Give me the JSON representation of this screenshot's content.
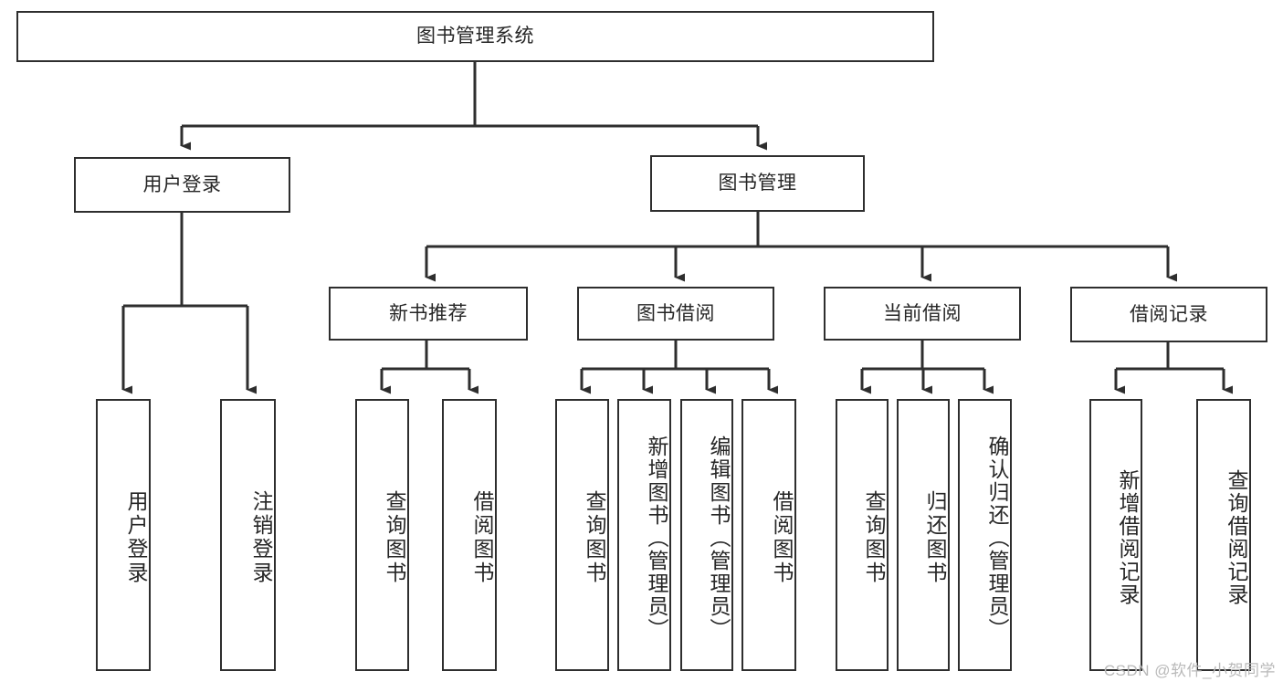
{
  "diagram": {
    "title": "图书管理系统",
    "type": "tree",
    "orientation": "top-down",
    "stroke_color": "#2e2e2e",
    "fill_color": "#ffffff",
    "text_color": "#262626"
  },
  "nodes": {
    "root": {
      "label": "图书管理系统",
      "level": 0
    },
    "level1": [
      {
        "id": "user-login",
        "label": "用户登录"
      },
      {
        "id": "book-manage",
        "label": "图书管理"
      }
    ],
    "level2": [
      {
        "id": "new-book-recommend",
        "label": "新书推荐"
      },
      {
        "id": "book-borrow",
        "label": "图书借阅"
      },
      {
        "id": "current-borrow",
        "label": "当前借阅"
      },
      {
        "id": "borrow-record",
        "label": "借阅记录"
      }
    ],
    "leaves": {
      "user_login": [
        {
          "id": "leaf-user-login",
          "label": "用户登录"
        },
        {
          "id": "leaf-logout-login",
          "label": "注销登录"
        }
      ],
      "new_book_recommend": [
        {
          "id": "leaf-query-book-1",
          "label": "查询图书"
        },
        {
          "id": "leaf-borrow-book-1",
          "label": "借阅图书"
        }
      ],
      "book_borrow": [
        {
          "id": "leaf-query-book-2",
          "label": "查询图书"
        },
        {
          "id": "leaf-add-book",
          "label": "新增图书（管理员）"
        },
        {
          "id": "leaf-edit-book",
          "label": "编辑图书（管理员）"
        },
        {
          "id": "leaf-borrow-book-2",
          "label": "借阅图书"
        }
      ],
      "current_borrow": [
        {
          "id": "leaf-query-book-3",
          "label": "查询图书"
        },
        {
          "id": "leaf-return-book",
          "label": "归还图书"
        },
        {
          "id": "leaf-confirm-return",
          "label": "确认归还（管理员）"
        }
      ],
      "borrow_record": [
        {
          "id": "leaf-add-record",
          "label": "新增借阅记录"
        },
        {
          "id": "leaf-query-record",
          "label": "查询借阅记录"
        }
      ]
    }
  },
  "watermark": {
    "text": "CSDN @软件_小贺同学"
  }
}
